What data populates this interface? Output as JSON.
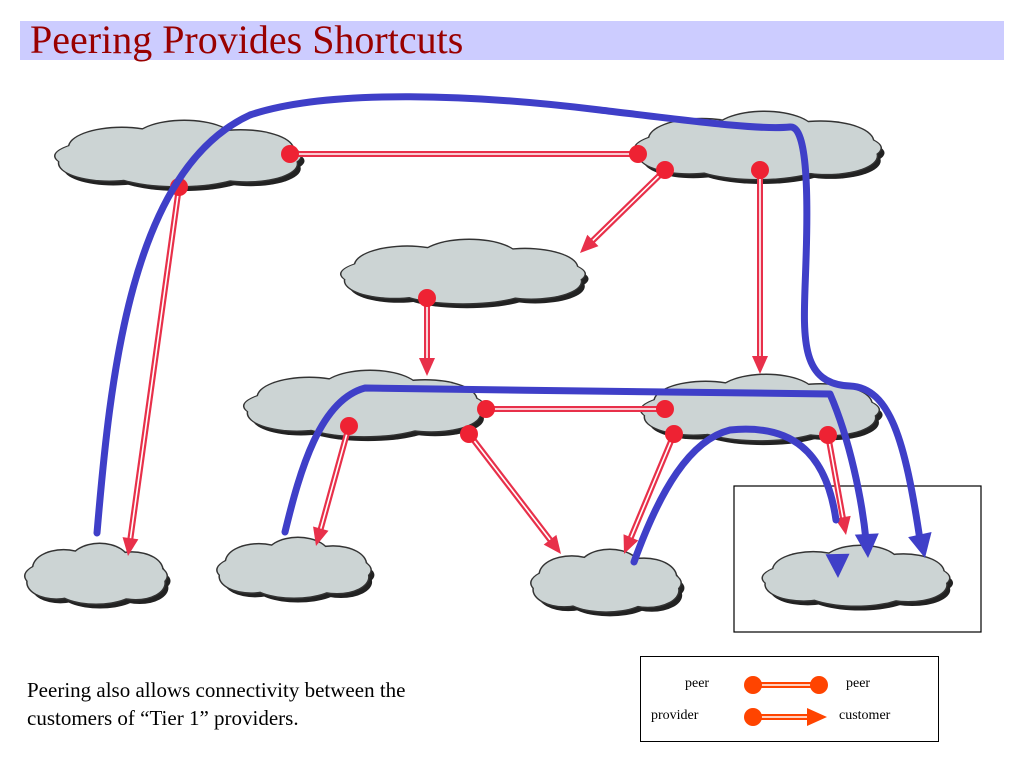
{
  "title": "Peering Provides Shortcuts",
  "note": "Peering also allows connectivity between the customers of “Tier 1” providers.",
  "legend": {
    "peer_left": "peer",
    "peer_right": "peer",
    "provider": "provider",
    "customer": "customer"
  },
  "colors": {
    "title_bar": "#ccccff",
    "title_text": "#990000",
    "cloud_fill": "#ccd4d4",
    "relationship": "#e8304a",
    "node": "#ee2233",
    "path": "#3f3fc8",
    "legend_marker": "#ff4400"
  }
}
